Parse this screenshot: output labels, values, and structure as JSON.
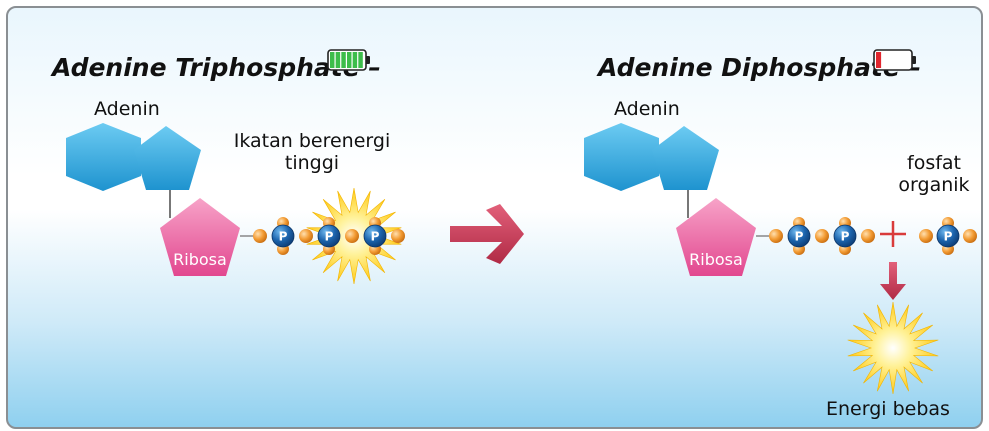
{
  "left": {
    "title": "Adenine Triphosphate –",
    "adenin_label": "Adenin",
    "ribosa_label": "Ribosa",
    "bond_label_line1": "Ikatan berenergi",
    "bond_label_line2": "tinggi",
    "phosphate_labels": [
      "P",
      "P",
      "P"
    ],
    "battery_level": 1.0
  },
  "right": {
    "title": "Adenine Diphosphate –",
    "adenin_label": "Adenin",
    "ribosa_label": "Ribosa",
    "phosphate_labels": [
      "P",
      "P"
    ],
    "free_phosphate_label": "P",
    "organic_label_line1": "fosfat",
    "organic_label_line2": "organik",
    "energy_label": "Energi bebas",
    "battery_level": 0.15
  },
  "colors": {
    "adenine": "#2aa6dc",
    "ribose": "#e85a9c",
    "phosphate": "#1c64ad",
    "oxygen": "#f39c34",
    "arrow": "#c73a55",
    "battery_full": "#3dbd4a",
    "battery_low": "#e0262e",
    "starburst": "#ffd21f"
  },
  "icons": [
    "battery-full-icon",
    "battery-low-icon",
    "transition-arrow-icon",
    "down-arrow-icon",
    "plus-icon",
    "starburst-icon"
  ]
}
